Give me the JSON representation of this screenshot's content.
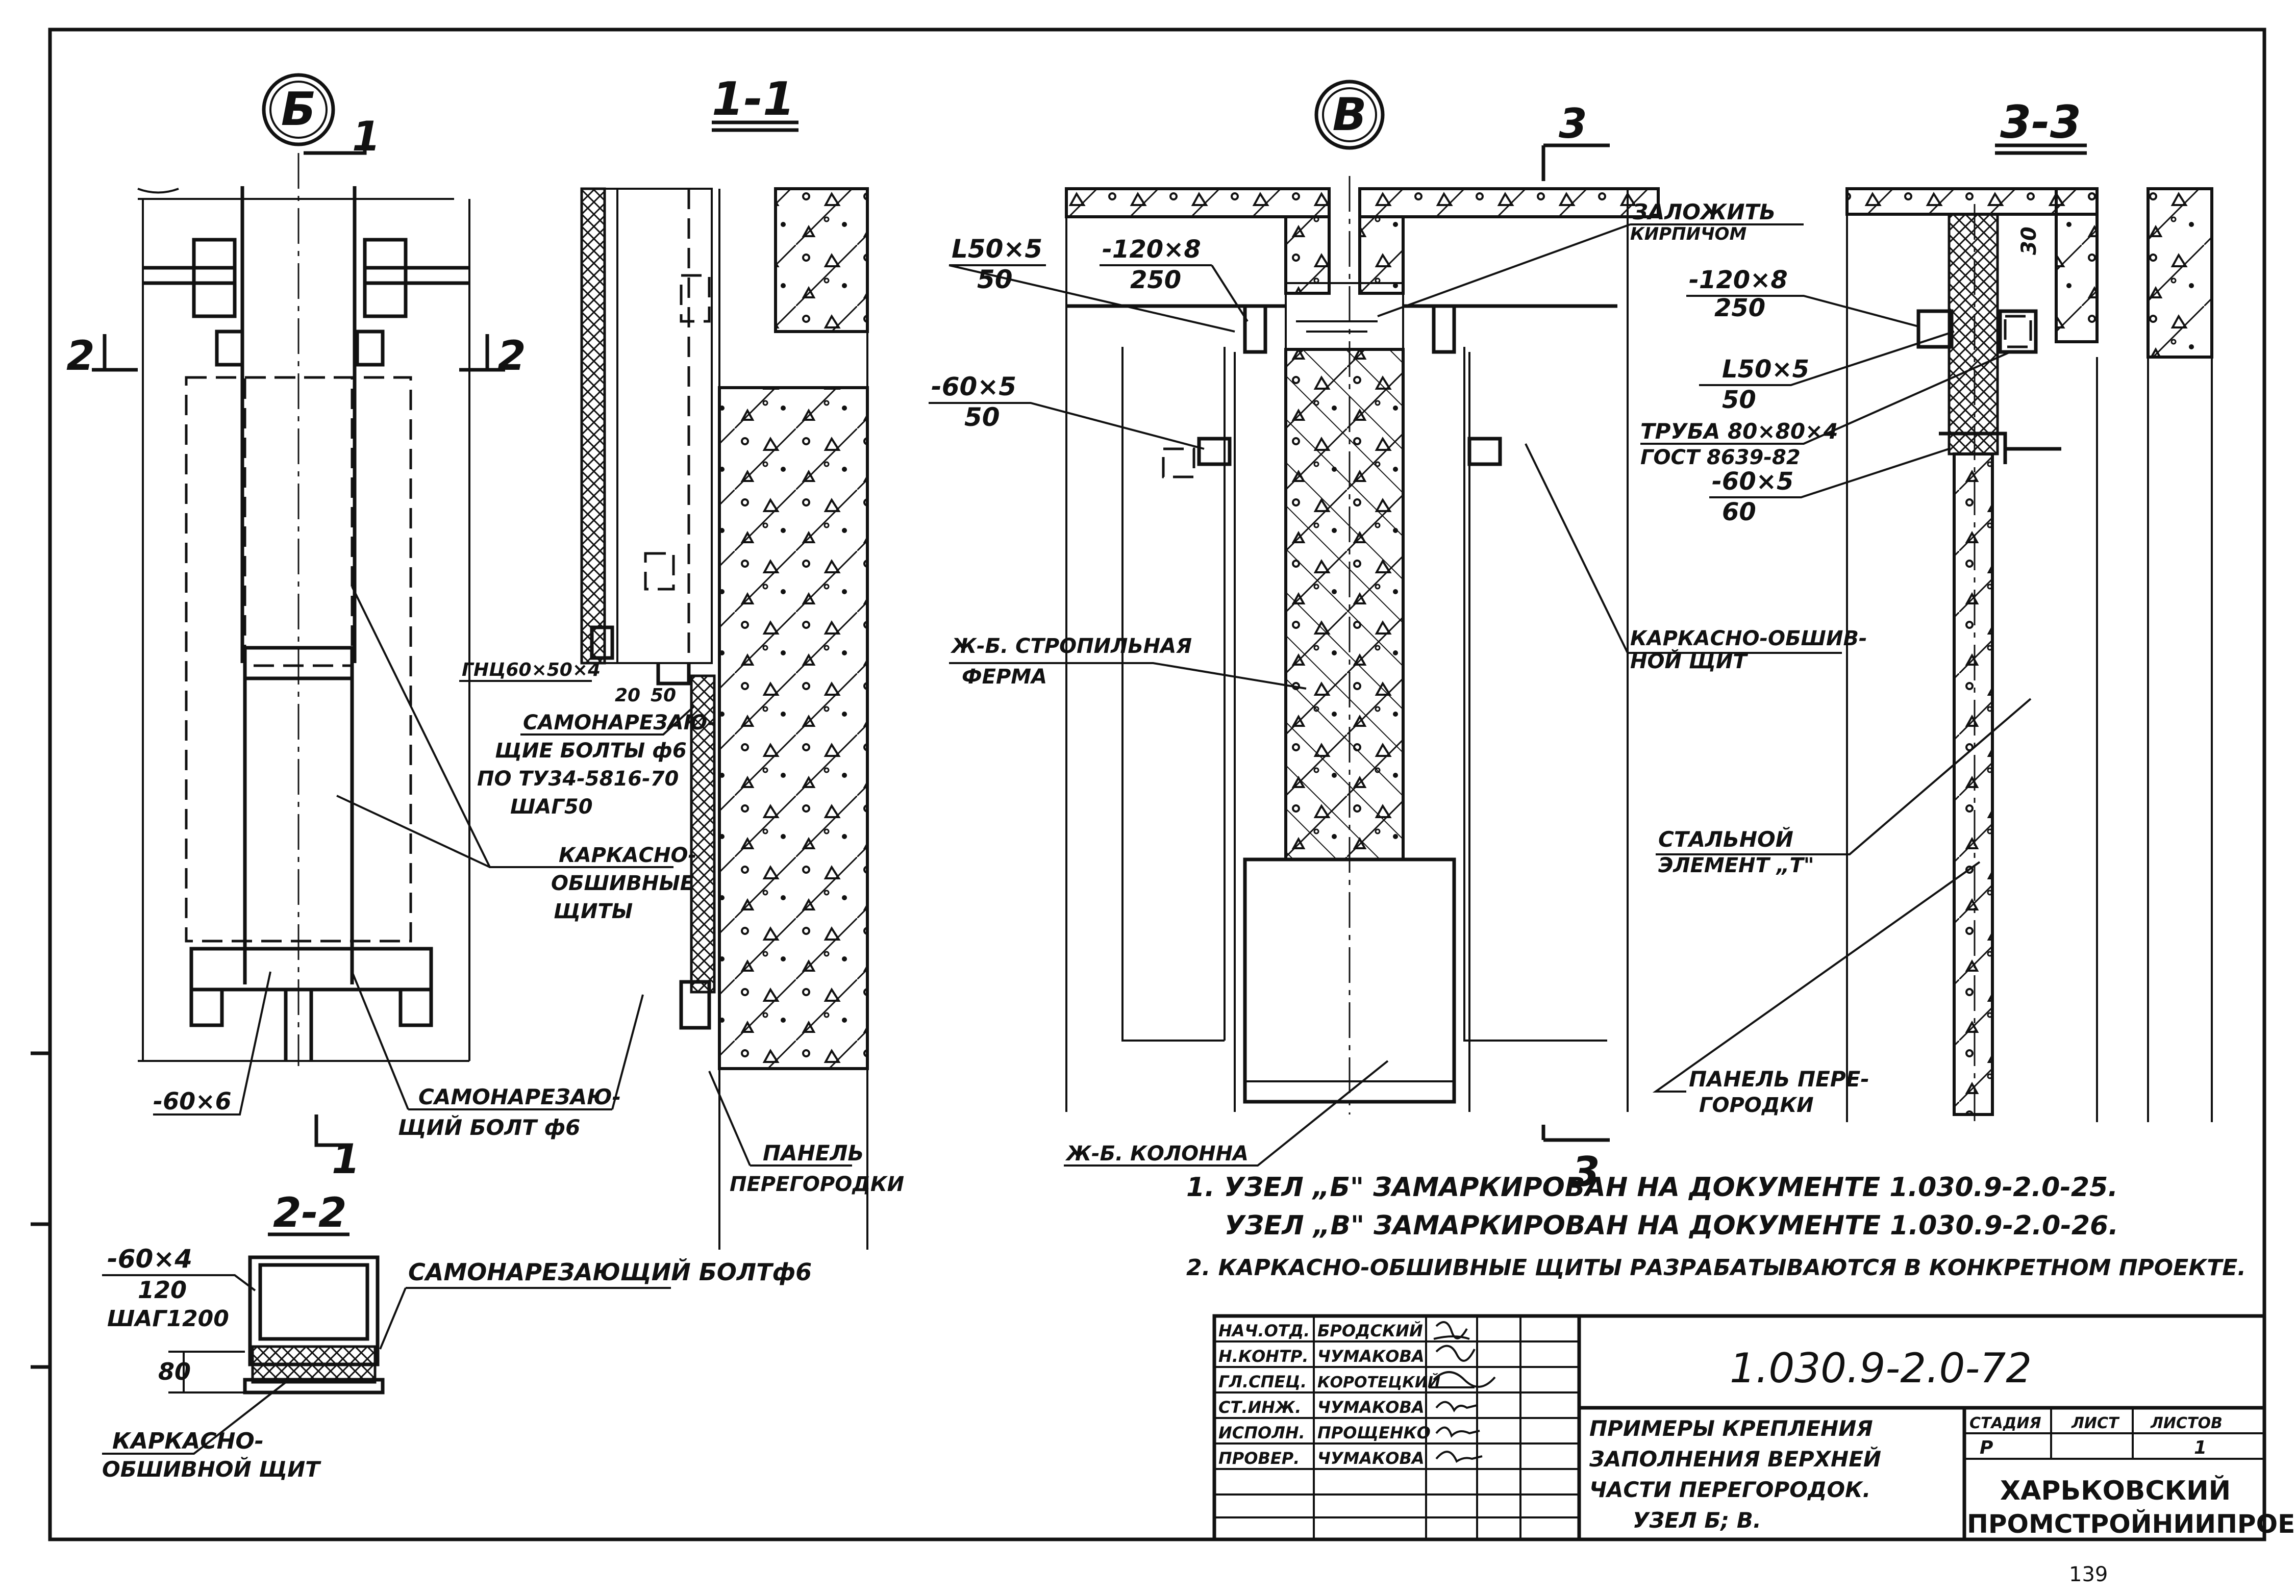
{
  "drawing": {
    "node_b": "Б",
    "node_v": "В",
    "section_1_1": "1-1",
    "section_2_2": "2-2",
    "section_3_3": "3-3",
    "cut_1": "1",
    "cut_2": "2",
    "cut_3": "3"
  },
  "labels_b": {
    "gnu": "ГНЦ60×50×4",
    "dim_20": "20",
    "dim_50": "50",
    "bolts_l1": "САМОНАРЕЗАЮ-",
    "bolts_l2": "ЩИЕ БОЛТЫ ф6",
    "bolts_l3": "ПО ТУ34-5816-70",
    "bolts_l4": "ШАГ50",
    "shields_l1": "КАРКАСНО-",
    "shields_l2": "ОБШИВНЫЕ",
    "shields_l3": "ЩИТЫ",
    "plate": "-60×6",
    "bolt_l1": "САМОНАРЕЗАЮ-",
    "bolt_l2": "ЩИЙ БОЛТ ф6",
    "panel_l1": "ПАНЕЛЬ",
    "panel_l2": "ПЕРЕГОРОДКИ"
  },
  "labels_22": {
    "plate": "-60×4",
    "len": "120",
    "step": "ШАГ1200",
    "bolt": "САМОНАРЕЗАЮЩИЙ БОЛТф6",
    "dim80": "80",
    "shield_l1": "КАРКАСНО-",
    "shield_l2": "ОБШИВНОЙ ЩИТ"
  },
  "labels_v": {
    "angle": "L50×5",
    "angle_len": "50",
    "plate120": "-120×8",
    "plate120_len": "250",
    "brick_l1": "ЗАЛОЖИТЬ",
    "brick_l2": "КИРПИЧОМ",
    "plate60": "-60×5",
    "plate60_len": "50",
    "truss_l1": "Ж-Б. СТРОПИЛЬНАЯ",
    "truss_l2": "ФЕРМА",
    "shield_l1": "КАРКАСНО-ОБШИВ-",
    "shield_l2": "НОЙ ЩИТ",
    "column": "Ж-Б. КОЛОННА"
  },
  "labels_33": {
    "dim30": "30",
    "plate120": "-120×8",
    "plate120_len": "250",
    "angle": "L50×5",
    "angle_len": "50",
    "tube_l1": "ТРУБА 80×80×4",
    "tube_l2": "ГОСТ 8639-82",
    "plate60": "-60×5",
    "plate60_len": "60",
    "steel_l1": "СТАЛЬНОЙ",
    "steel_l2": "ЭЛЕМЕНТ „Т\"",
    "panel_l1": "ПАНЕЛЬ ПЕРЕ-",
    "panel_l2": "ГОРОДКИ"
  },
  "notes": [
    "1. УЗЕЛ „Б\" ЗАМАРКИРОВАН НА ДОКУМЕНТЕ 1.030.9-2.0-25.",
    "УЗЕЛ „В\" ЗАМАРКИРОВАН НА ДОКУМЕНТЕ 1.030.9-2.0-26.",
    "2. КАРКАСНО-ОБШИВНЫЕ ЩИТЫ РАЗРАБАТЫВАЮТСЯ В КОНКРЕТНОМ ПРОЕКТЕ."
  ],
  "title_block": {
    "doc_number": "1.030.9-2.0-72",
    "staff": [
      {
        "role": "НАЧ.ОТД.",
        "name": "БРОДСКИЙ"
      },
      {
        "role": "Н.КОНТР.",
        "name": "ЧУМАКОВА"
      },
      {
        "role": "ГЛ.СПЕЦ.",
        "name": "КОРОТЕЦКИЙ"
      },
      {
        "role": "СТ.ИНЖ.",
        "name": "ЧУМАКОВА"
      },
      {
        "role": "ИСПОЛН.",
        "name": "ПРОЩЕНКО"
      },
      {
        "role": "ПРОВЕР.",
        "name": "ЧУМАКОВА"
      }
    ],
    "title_l1": "ПРИМЕРЫ КРЕПЛЕНИЯ",
    "title_l2": "ЗАПОЛНЕНИЯ ВЕРХНЕЙ",
    "title_l3": "ЧАСТИ ПЕРЕГОРОДОК.",
    "title_l4": "УЗЕЛ Б; В.",
    "stage_hdr": "СТАДИЯ",
    "sheet_hdr": "ЛИСТ",
    "sheets_hdr": "ЛИСТОВ",
    "stage": "Р",
    "sheets": "1",
    "org_l1": "ХАРЬКОВСКИЙ",
    "org_l2": "ПРОМСТРОЙНИИПРОЕКТ"
  },
  "page_number": "139"
}
